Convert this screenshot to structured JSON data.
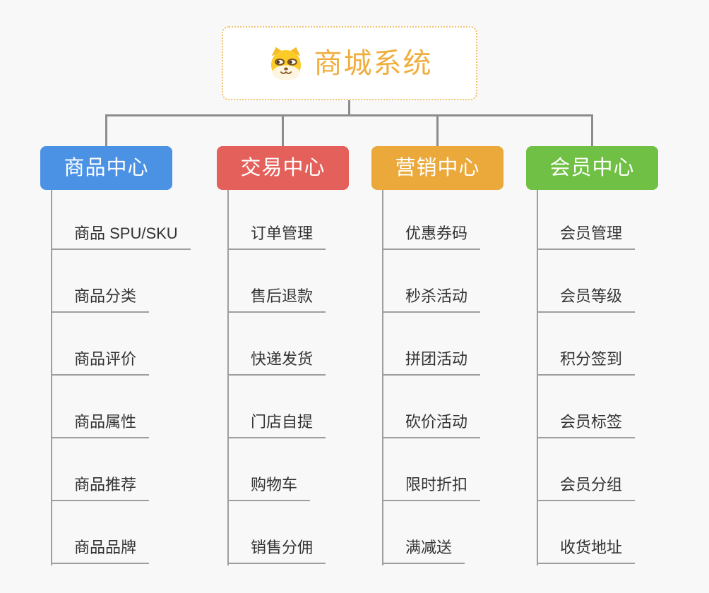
{
  "root": {
    "title": "商城系统",
    "icon": "shiba-dog-icon",
    "accent": "#EFAE3E",
    "border_color": "#F2C26F",
    "background": "#FFFFFF"
  },
  "branches": [
    {
      "label": "商品中心",
      "color": "#4B92E5",
      "items": [
        "商品 SPU/SKU",
        "商品分类",
        "商品评价",
        "商品属性",
        "商品推荐",
        "商品品牌"
      ]
    },
    {
      "label": "交易中心",
      "color": "#E4605A",
      "items": [
        "订单管理",
        "售后退款",
        "快递发货",
        "门店自提",
        "购物车",
        "销售分佣"
      ]
    },
    {
      "label": "营销中心",
      "color": "#EBA93B",
      "items": [
        "优惠券码",
        "秒杀活动",
        "拼团活动",
        "砍价活动",
        "限时折扣",
        "满减送"
      ]
    },
    {
      "label": "会员中心",
      "color": "#6FC044",
      "items": [
        "会员管理",
        "会员等级",
        "积分签到",
        "会员标签",
        "会员分组",
        "收货地址"
      ]
    }
  ],
  "style": {
    "page_background": "#F8F8F8",
    "connector_color": "#8C8C8C",
    "leaf_line_color": "#9E9E9E",
    "leaf_text_color": "#333333",
    "branch_text_color": "#FFFFFF"
  }
}
